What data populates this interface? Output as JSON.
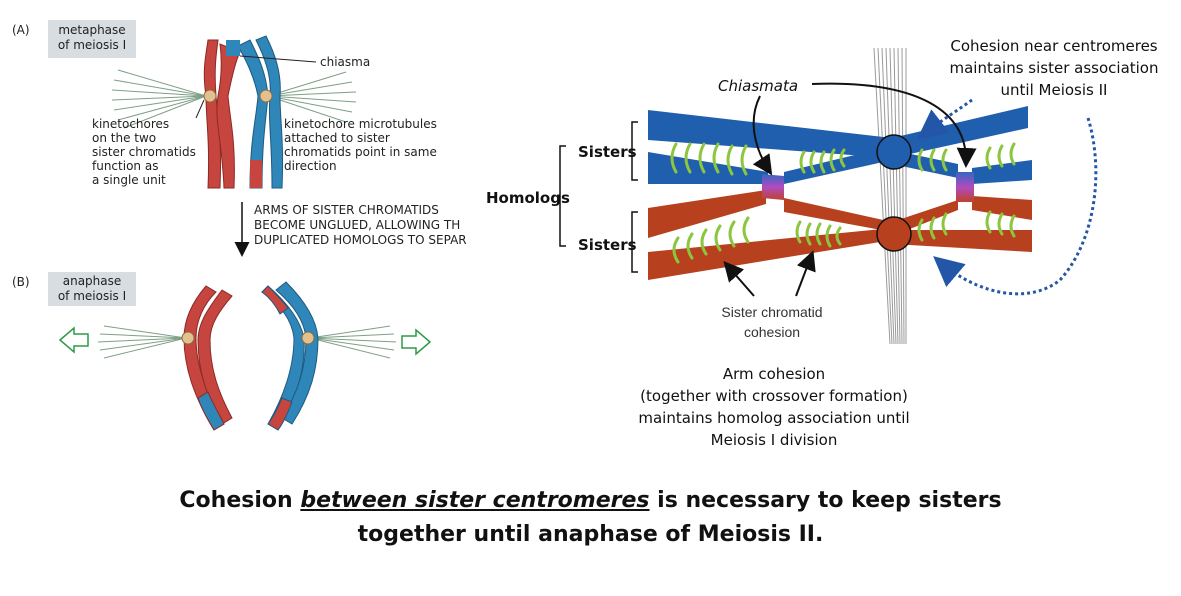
{
  "left": {
    "panel_a": {
      "tag": "(A)",
      "title_lines": [
        "metaphase",
        "of meiosis I"
      ]
    },
    "chiasma_label": "chiasma",
    "kinetochore_lines": [
      "kinetochores",
      "on the two",
      "sister chromatids",
      "function as",
      "a single unit"
    ],
    "microtubule_lines": [
      "kinetochore microtubules",
      "attached to sister",
      "chromatids point in same",
      "direction"
    ],
    "arrow_lines": [
      "ARMS OF SISTER CHROMATIDS",
      "BECOME UNGLUED, ALLOWING TH",
      "DUPLICATED HOMOLOGS TO SEPAR"
    ],
    "panel_b": {
      "tag": "(B)",
      "title_lines": [
        "anaphase",
        "of meiosis I"
      ]
    }
  },
  "right": {
    "chiasmata_label": "Chiasmata",
    "cohesion_note_lines": [
      "Cohesion near centromeres",
      "maintains sister association",
      "until Meiosis II"
    ],
    "sisters_top": "Sisters",
    "homologs": "Homologs",
    "sisters_bottom": "Sisters",
    "sister_cohesion_lines": [
      "Sister chromatid",
      "cohesion"
    ],
    "arm_cohesion_lines": [
      "Arm cohesion",
      "(together with crossover formation)",
      "maintains homolog association until",
      "Meiosis I division"
    ]
  },
  "caption": {
    "before": "Cohesion ",
    "emphasis": "between sister centromeres",
    "after": " is necessary to keep sisters",
    "line2": "together until anaphase of Meiosis II."
  },
  "colors": {
    "red_chromatid": "#c7453f",
    "blue_chromatid": "#2f86b8",
    "dark_blue_bar": "#1f5fae",
    "dark_red_bar": "#b7401e",
    "cohesin_green": "#8cc63f",
    "tag_bg": "#d7dde1",
    "anaphase_arrow": "#2e9a4a"
  }
}
